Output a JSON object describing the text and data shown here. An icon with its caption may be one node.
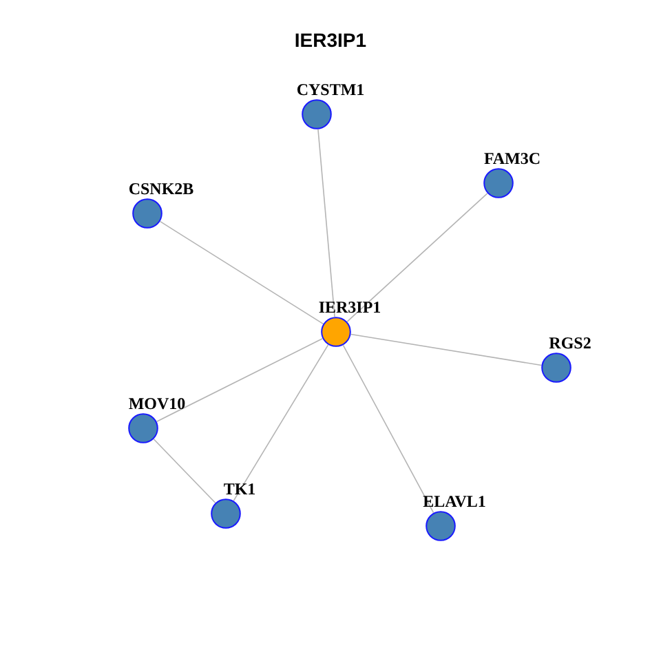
{
  "diagram": {
    "title": "IER3IP1",
    "nodes": [
      {
        "text": [
          "CYSTM1"
        ]
      },
      {
        "text": [
          "FAM3C"
        ]
      },
      {
        "text": [
          "CSNK2B"
        ]
      },
      {
        "text": [
          "IER3IP1"
        ]
      },
      {
        "text": [
          "RGS2"
        ]
      },
      {
        "text": [
          "MOV10"
        ]
      },
      {
        "text": [
          "TK1"
        ]
      },
      {
        "text": [
          "ELAVL1"
        ]
      }
    ],
    "edges": [
      {
        "from": 3,
        "to": 0,
        "arrow": "none"
      },
      {
        "from": 3,
        "to": 1,
        "arrow": "none"
      },
      {
        "from": 3,
        "to": 2,
        "arrow": "none"
      },
      {
        "from": 3,
        "to": 4,
        "arrow": "none"
      },
      {
        "from": 3,
        "to": 5,
        "arrow": "none"
      },
      {
        "from": 3,
        "to": 6,
        "arrow": "none"
      },
      {
        "from": 3,
        "to": 7,
        "arrow": "none"
      },
      {
        "from": 5,
        "to": 6,
        "arrow": "none"
      }
    ]
  }
}
